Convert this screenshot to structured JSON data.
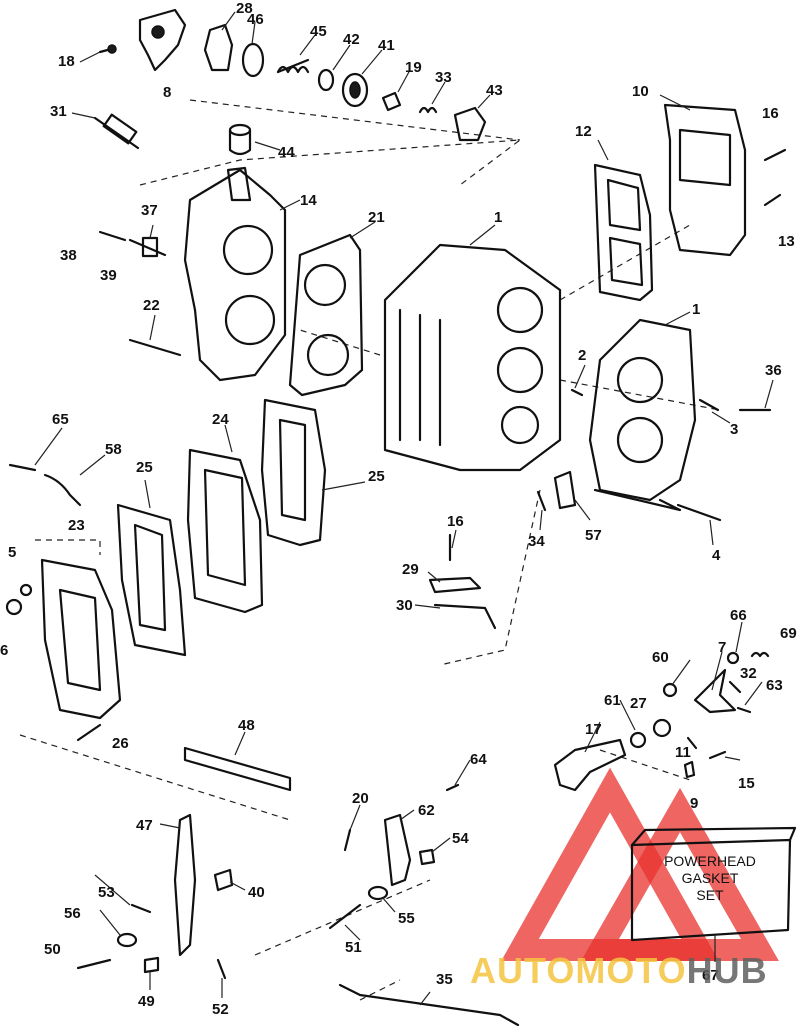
{
  "diagram": {
    "callouts": [
      "28",
      "46",
      "45",
      "42",
      "41",
      "19",
      "33",
      "43",
      "18",
      "8",
      "31",
      "44",
      "10",
      "12",
      "16",
      "13",
      "14",
      "37",
      "21",
      "38",
      "39",
      "1",
      "22",
      "1",
      "2",
      "36",
      "3",
      "65",
      "58",
      "24",
      "25",
      "25",
      "16",
      "23",
      "34",
      "57",
      "4",
      "5",
      "6",
      "29",
      "30",
      "66",
      "69",
      "60",
      "7",
      "32",
      "63",
      "61",
      "27",
      "17",
      "11",
      "15",
      "9",
      "26",
      "48",
      "64",
      "20",
      "62",
      "47",
      "54",
      "53",
      "40",
      "56",
      "55",
      "50",
      "51",
      "49",
      "52",
      "35",
      "67"
    ],
    "kit_label": "POWERHEAD\nGASKET\nSET",
    "colors": {
      "line": "#111111",
      "background": "#ffffff",
      "watermark_red": "#e8322d",
      "watermark_yellow": "#f5c440",
      "watermark_gray": "#5f5f5f"
    }
  },
  "watermark": {
    "brand_part1": "AUTOMOTO",
    "brand_part2": "HUB"
  }
}
